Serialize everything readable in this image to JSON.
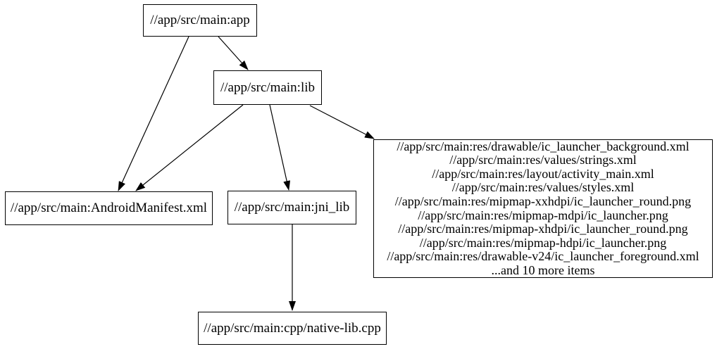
{
  "diagram": {
    "type": "directed-dependency-graph",
    "background_color": "#ffffff",
    "node_fill_color": "#ffffff",
    "node_border_color": "#000000",
    "edge_color": "#000000",
    "text_color": "#000000"
  },
  "nodes": {
    "app": {
      "label": "//app/src/main:app"
    },
    "lib": {
      "label": "//app/src/main:lib"
    },
    "android_manifest": {
      "label": "//app/src/main:AndroidManifest.xml"
    },
    "jni_lib": {
      "label": "//app/src/main:jni_lib"
    },
    "res_files": {
      "lines": [
        "//app/src/main:res/drawable/ic_launcher_background.xml",
        "//app/src/main:res/values/strings.xml",
        "//app/src/main:res/layout/activity_main.xml",
        "//app/src/main:res/values/styles.xml",
        "//app/src/main:res/mipmap-xxhdpi/ic_launcher_round.png",
        "//app/src/main:res/mipmap-mdpi/ic_launcher.png",
        "//app/src/main:res/mipmap-xhdpi/ic_launcher_round.png",
        "//app/src/main:res/mipmap-hdpi/ic_launcher.png",
        "//app/src/main:res/drawable-v24/ic_launcher_foreground.xml",
        "...and 10 more items"
      ]
    },
    "native_lib_cpp": {
      "label": "//app/src/main:cpp/native-lib.cpp"
    }
  },
  "edges": [
    {
      "from": "app",
      "to": "lib"
    },
    {
      "from": "app",
      "to": "android_manifest"
    },
    {
      "from": "lib",
      "to": "android_manifest"
    },
    {
      "from": "lib",
      "to": "jni_lib"
    },
    {
      "from": "lib",
      "to": "res_files"
    },
    {
      "from": "jni_lib",
      "to": "native_lib_cpp"
    }
  ]
}
